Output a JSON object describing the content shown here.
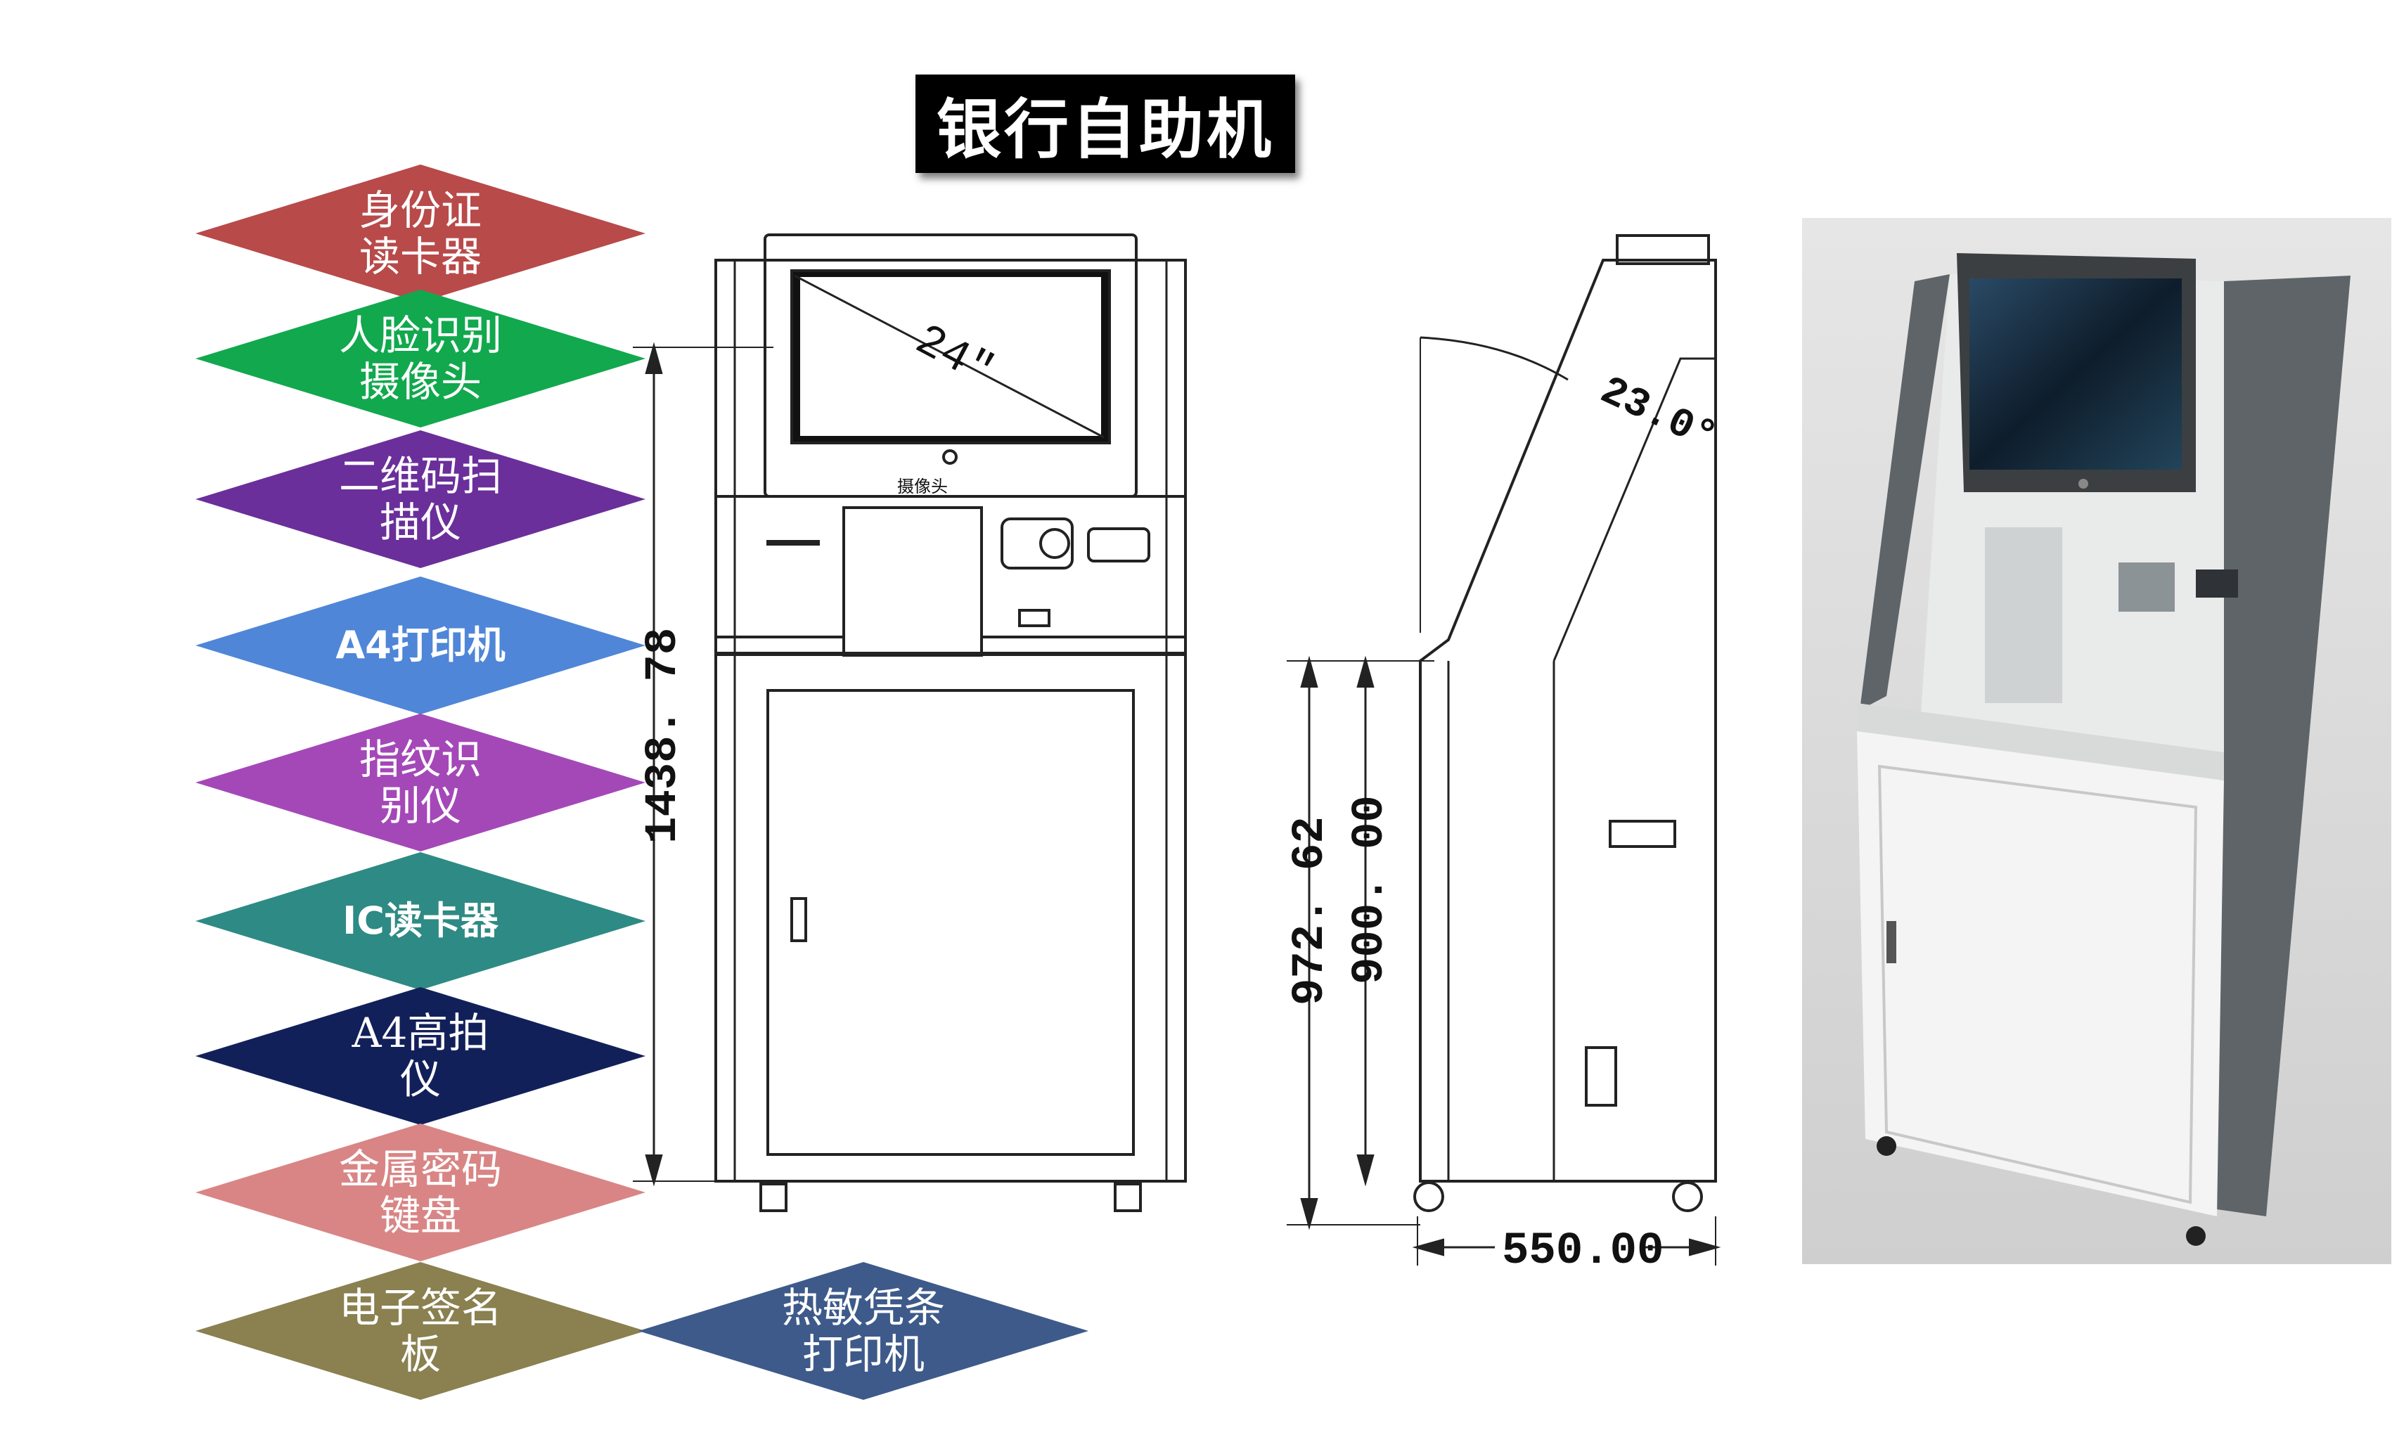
{
  "title": "银行自助机",
  "components": [
    {
      "label": "身份证\n读卡器",
      "color": "#b84a4a"
    },
    {
      "label": "人脸识别\n摄像头",
      "color": "#12a84e"
    },
    {
      "label": "二维码扫\n描仪",
      "color": "#6a2f9a"
    },
    {
      "label": "A4打印机",
      "color": "#4f86d8"
    },
    {
      "label": "指纹识\n别仪",
      "color": "#a448b8"
    },
    {
      "label": "IC读卡器",
      "color": "#2e8a84"
    },
    {
      "label": "A4高拍\n仪",
      "color": "#12205a"
    },
    {
      "label": "金属密码\n键盘",
      "color": "#d98585"
    },
    {
      "label": "电子签名\n板",
      "color": "#8a8050"
    },
    {
      "label": "热敏凭条\n打印机",
      "color": "#3d5a8a"
    }
  ],
  "drawing": {
    "screen_size": "24\"",
    "camera_label": "摄像头",
    "height_total": "1438. 78",
    "height_side_a": "972. 62",
    "height_side_b": "900. 00",
    "angle": "23.0°",
    "depth": "550.00"
  }
}
